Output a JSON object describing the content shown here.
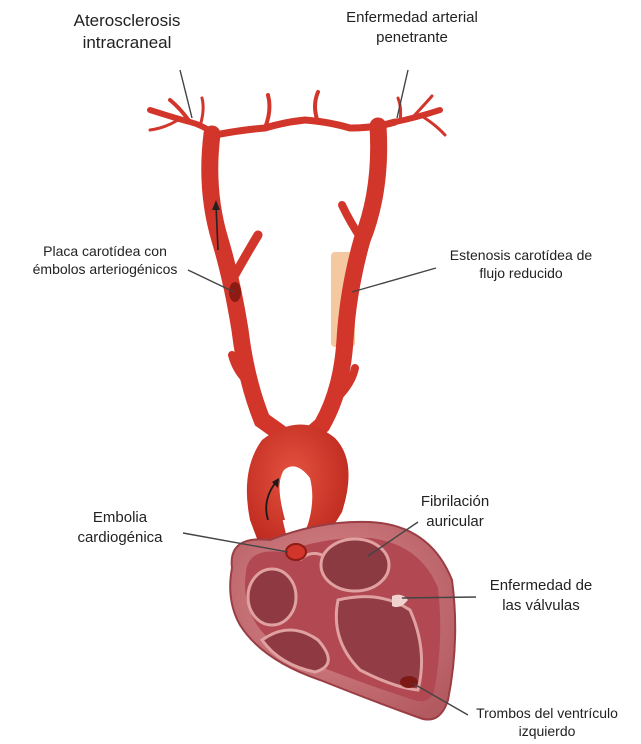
{
  "labels": {
    "intracranial": {
      "line1": "Aterosclerosis",
      "line2": "intracraneal"
    },
    "penetrating": {
      "line1": "Enfermedad arterial",
      "line2": "penetrante"
    },
    "carotid_plaque": {
      "line1": "Placa carotídea con",
      "line2": "émbolos arteriogénicos"
    },
    "carotid_stenosis": {
      "line1": "Estenosis carotídea de",
      "line2": "flujo reducido"
    },
    "cardiogenic": {
      "line1": "Embolia",
      "line2": "cardiogénica"
    },
    "atrial_fib": {
      "line1": "Fibrilación",
      "line2": "auricular"
    },
    "valve_disease": {
      "line1": "Enfermedad de",
      "line2": "las válvulas"
    },
    "lv_thrombus": {
      "line1": "Trombos del ventrículo",
      "line2": "izquierdo"
    }
  },
  "colors": {
    "artery": "#d2352a",
    "artery_dark": "#a81f17",
    "heart_outer": "#c96a6e",
    "heart_wall": "#b44a52",
    "heart_inner": "#e2a7a7",
    "chamber": "#9e4049",
    "stenosis_highlight": "#f2c08e",
    "leader_line": "#444444"
  }
}
